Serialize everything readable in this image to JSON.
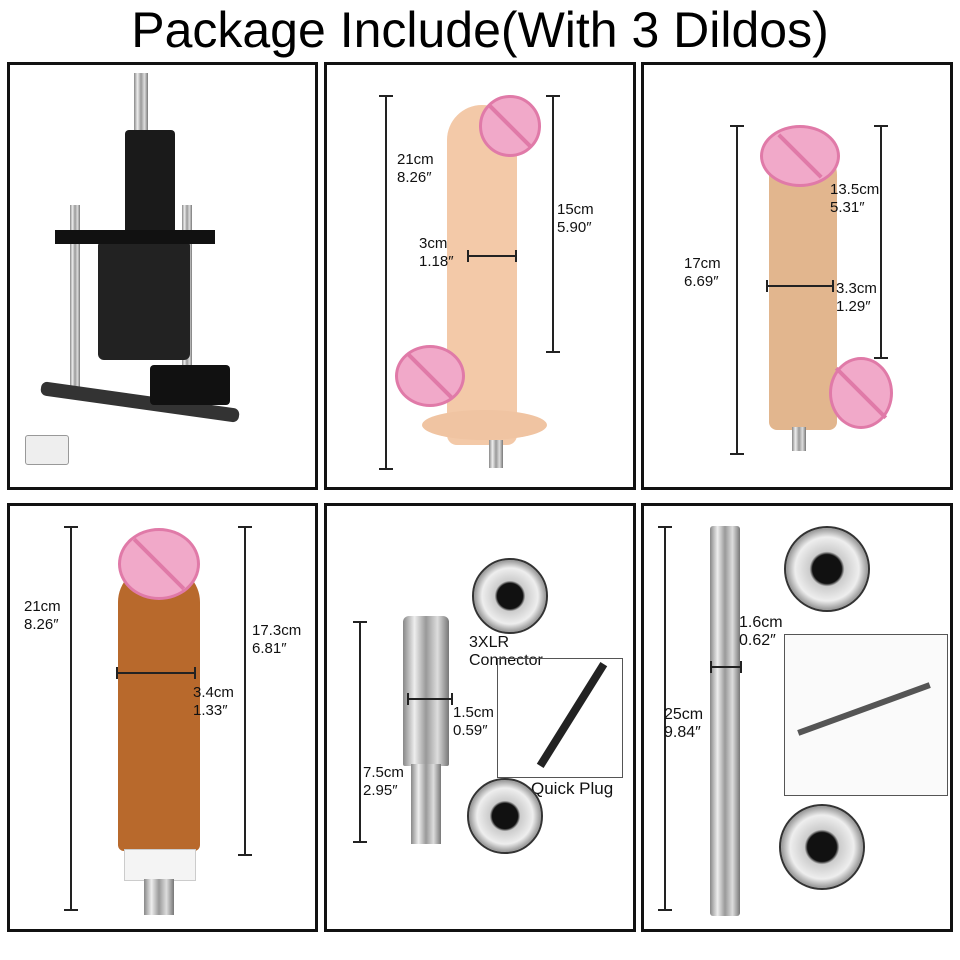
{
  "title": "Package Include(With 3 Dildos)",
  "panels": [
    {
      "name": "machine",
      "labels": {}
    },
    {
      "name": "dildo-1",
      "labels": {
        "length_cm": "21cm",
        "length_in": "8.26″",
        "diameter_cm": "3cm",
        "diameter_in": "1.18″",
        "insertable_cm": "15cm",
        "insertable_in": "5.90″"
      }
    },
    {
      "name": "dildo-2",
      "labels": {
        "length_cm": "17cm",
        "length_in": "6.69″",
        "insertable_cm": "13.5cm",
        "insertable_in": "5.31″",
        "diameter_cm": "3.3cm",
        "diameter_in": "1.29″"
      }
    },
    {
      "name": "dildo-3",
      "labels": {
        "length_cm": "21cm",
        "length_in": "8.26″",
        "insertable_cm": "17.3cm",
        "insertable_in": "6.81″",
        "diameter_cm": "3.4cm",
        "diameter_in": "1.33″"
      }
    },
    {
      "name": "connector",
      "labels": {
        "diameter_cm": "1.5cm",
        "diameter_in": "0.59″",
        "length_cm": "7.5cm",
        "length_in": "2.95″",
        "xlr": "3XLR",
        "xlr2": "Connector",
        "quick": "Quick Plug"
      }
    },
    {
      "name": "extension-rod",
      "labels": {
        "diameter_cm": "1.6cm",
        "diameter_in": "0.62″",
        "length_cm": "25cm",
        "length_in": "9.84″"
      }
    }
  ],
  "colors": {
    "censor": "#f1a9c9",
    "skin": "#f3c9a8",
    "tan": "#e2b68e",
    "brown": "#b8692c"
  }
}
